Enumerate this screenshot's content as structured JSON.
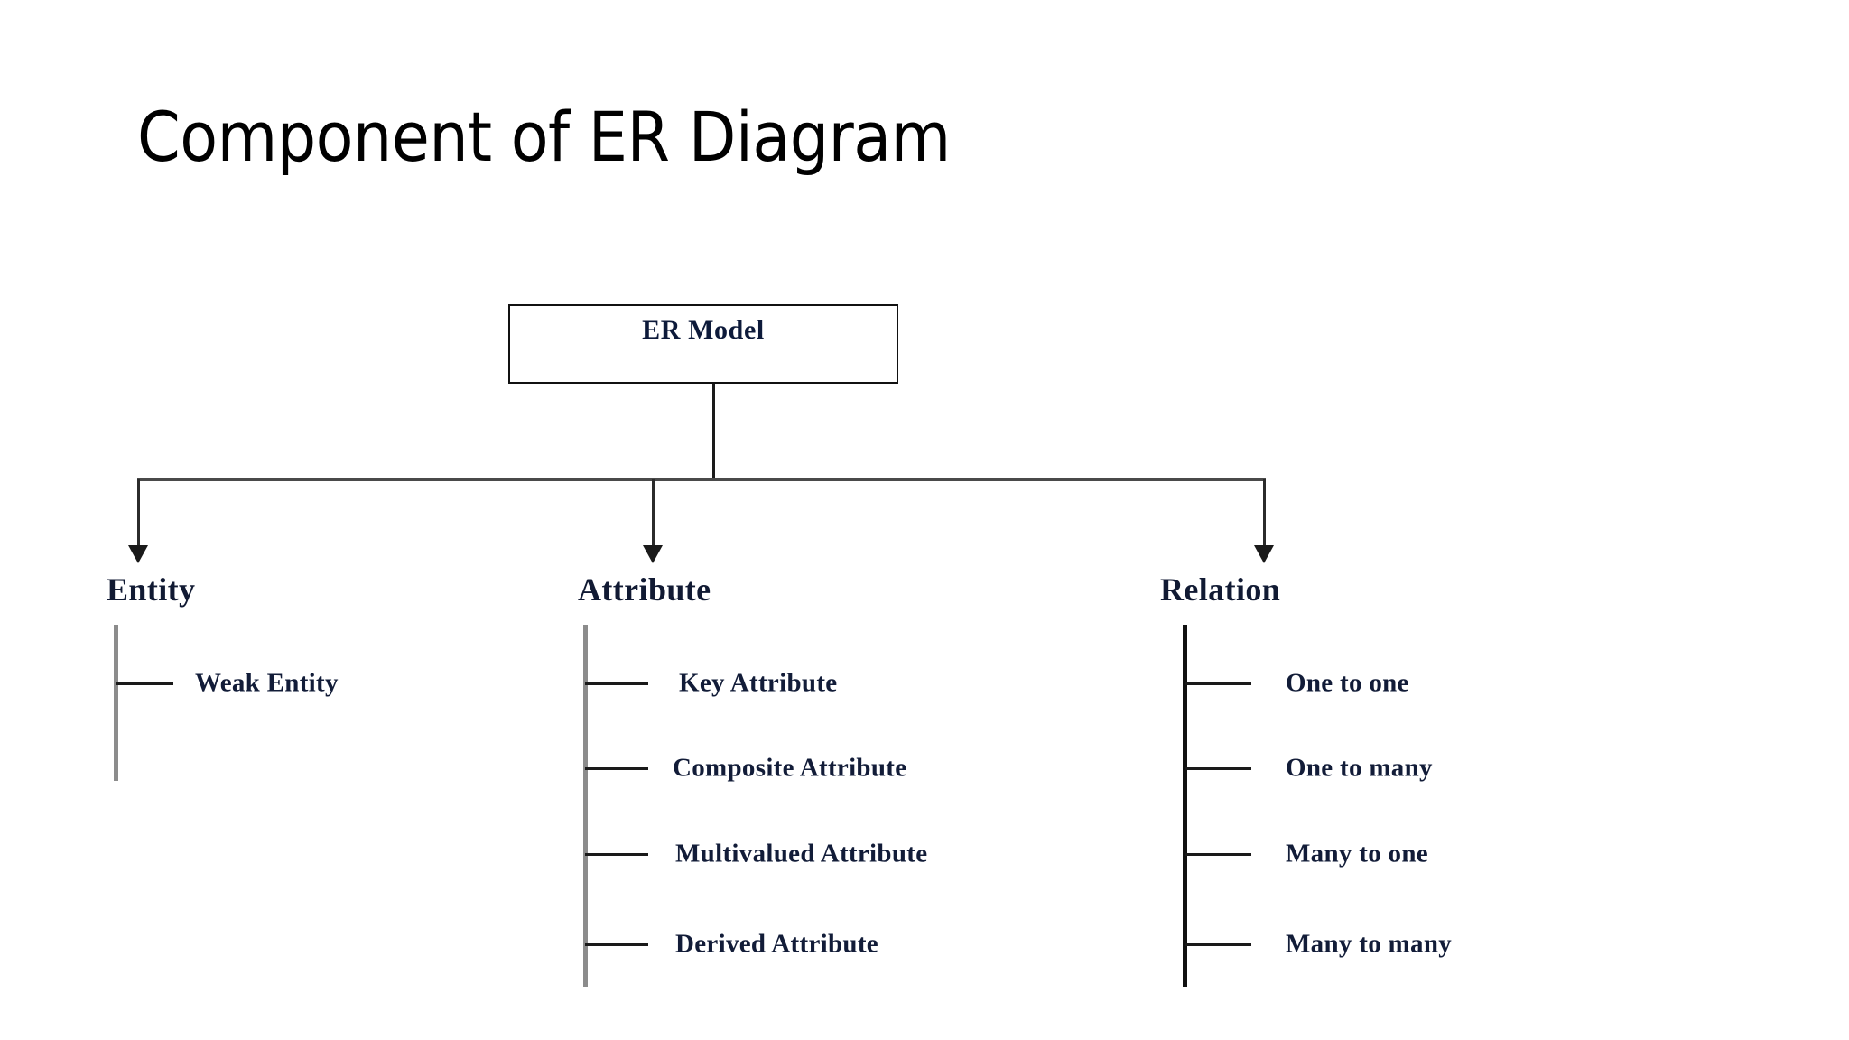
{
  "slide": {
    "title": "Component of ER Diagram",
    "background_color": "#ffffff",
    "text_color": "#111a33"
  },
  "diagram": {
    "type": "hierarchy-tree",
    "root": {
      "label": "ER Model",
      "shape": "rectangle",
      "border_color": "#111111",
      "fill_color": "#ffffff"
    },
    "branches": [
      {
        "label": "Entity",
        "spine_color": "#8c8c8c",
        "children": [
          {
            "label": "Weak Entity"
          }
        ]
      },
      {
        "label": "Attribute",
        "spine_color": "#8c8c8c",
        "children": [
          {
            "label": "Key Attribute"
          },
          {
            "label": "Composite Attribute"
          },
          {
            "label": "Multivalued Attribute"
          },
          {
            "label": "Derived Attribute"
          }
        ]
      },
      {
        "label": "Relation",
        "spine_color": "#111111",
        "children": [
          {
            "label": "One to one"
          },
          {
            "label": "One to many"
          },
          {
            "label": "Many to one"
          },
          {
            "label": "Many to many"
          }
        ]
      }
    ]
  }
}
